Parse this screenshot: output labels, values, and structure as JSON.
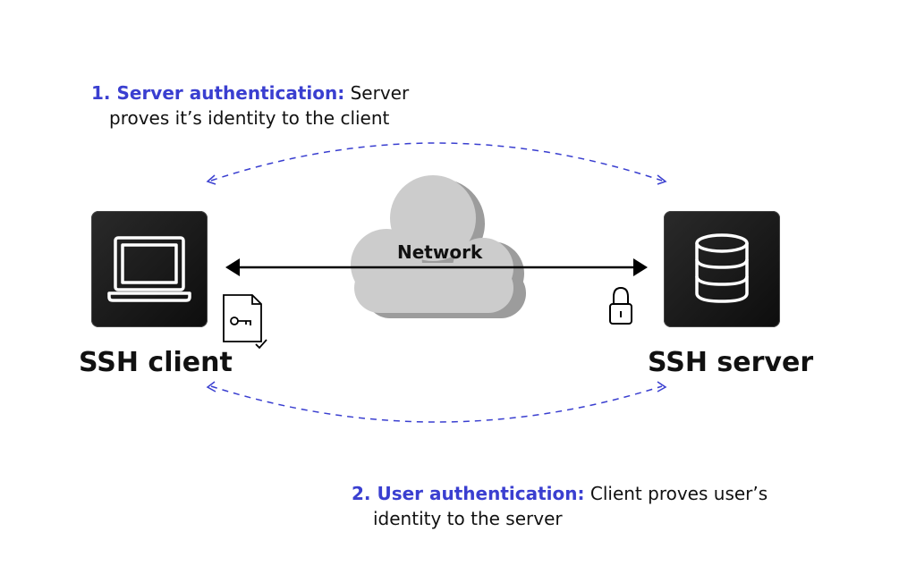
{
  "step1": {
    "number_label": "1. Server authentication:",
    "text_line1": "Server",
    "text_line2": "proves it’s identity to the client"
  },
  "step2": {
    "number_label": "2. User authentication:",
    "text_line1": "Client proves user’s",
    "text_line2": "identity to the server"
  },
  "client": {
    "label": "SSH client",
    "icon": "laptop-icon",
    "credential_icon": "key-document-icon"
  },
  "server": {
    "label": "SSH server",
    "icon": "database-icon",
    "lock_icon": "padlock-icon"
  },
  "network": {
    "label": "Network",
    "icon": "cloud-icon"
  },
  "colors": {
    "accent": "#3a3fd0",
    "device_bg": "#1a1a1a",
    "cloud": "#c8c8c8",
    "cloud_shadow": "#9a9a9a",
    "dashed_arc": "#3a3fd0"
  }
}
